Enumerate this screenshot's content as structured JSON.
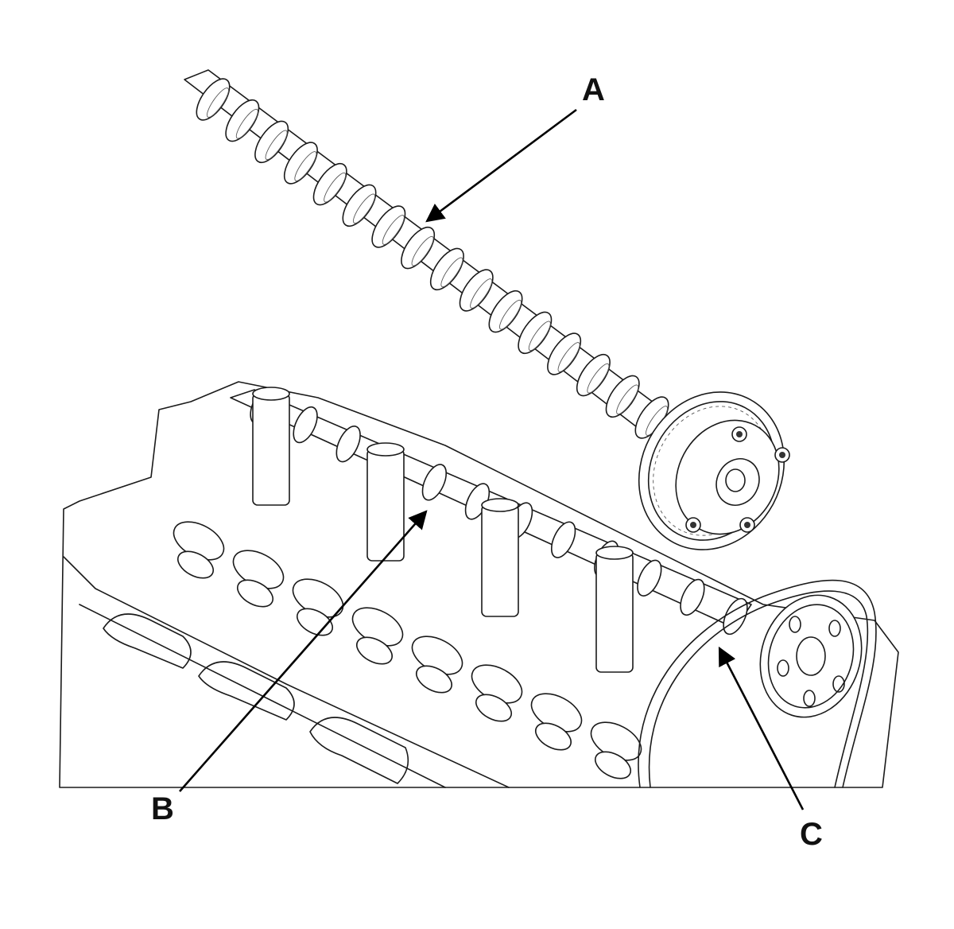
{
  "callouts": {
    "a": "A",
    "b": "B",
    "c": "C"
  },
  "parts": {
    "camshaft": "camshaft-icon",
    "cylinder_head": "cylinder-head-icon",
    "timing_chain": "timing-chain-icon"
  }
}
